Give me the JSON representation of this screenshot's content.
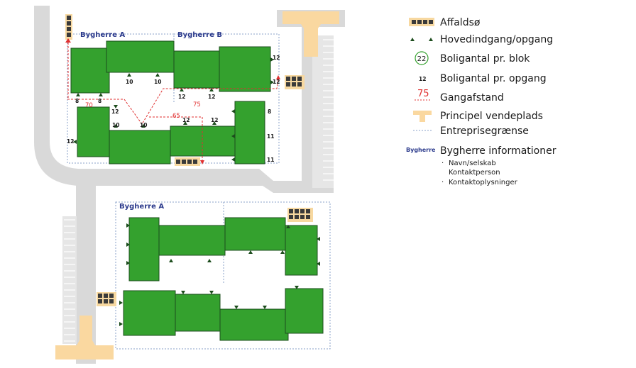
{
  "colors": {
    "road": "#d9d9d9",
    "building": "#34a12e",
    "building_stroke": "#1d4d1d",
    "bin_bg": "#f7d8a0",
    "bin_dark": "#3a3a3a",
    "turnaround": "#fad8a0",
    "distance": "#e03030",
    "client": "#2b3a8c",
    "boundary": "#8aa0c8"
  },
  "clients": {
    "top_left": "Bygherre A",
    "top_right": "Bygherre B",
    "bottom": "Bygherre A"
  },
  "entrance_counts": {
    "north_block": [
      "10",
      "10",
      "12",
      "12"
    ],
    "west_left": [
      "8",
      "8"
    ],
    "east_top": [
      "12",
      "12"
    ],
    "middle": [
      "12",
      "10",
      "10",
      "12",
      "12"
    ],
    "east_tower": [
      "8",
      "11",
      "11"
    ],
    "west_low": [
      "12"
    ]
  },
  "distances": [
    "70",
    "75",
    "65"
  ],
  "legend": {
    "items": [
      {
        "icon": "waste-island-icon",
        "label": "Affaldsø"
      },
      {
        "icon": "entrance-arrow-icon",
        "label": "Hovedindgang/opgang"
      },
      {
        "icon": "unit-count-circle-icon",
        "label": "Boligantal pr. blok",
        "value": "22"
      },
      {
        "icon": "entrance-count-icon",
        "label": "Boligantal pr. opgang",
        "value": "12"
      },
      {
        "icon": "walking-distance-icon",
        "label": "Gangafstand",
        "value": "75"
      },
      {
        "icon": "turnaround-icon",
        "label": "Principel vendeplads"
      },
      {
        "icon": "contract-boundary-icon",
        "label": "Entreprisegrænse"
      },
      {
        "icon": "client-label-icon",
        "label": "Bygherre informationer",
        "value": "Bygherre"
      }
    ],
    "client_info": [
      "Navn/selskab",
      "Kontaktperson",
      "Kontaktoplysninger"
    ],
    "bullet": "·"
  }
}
